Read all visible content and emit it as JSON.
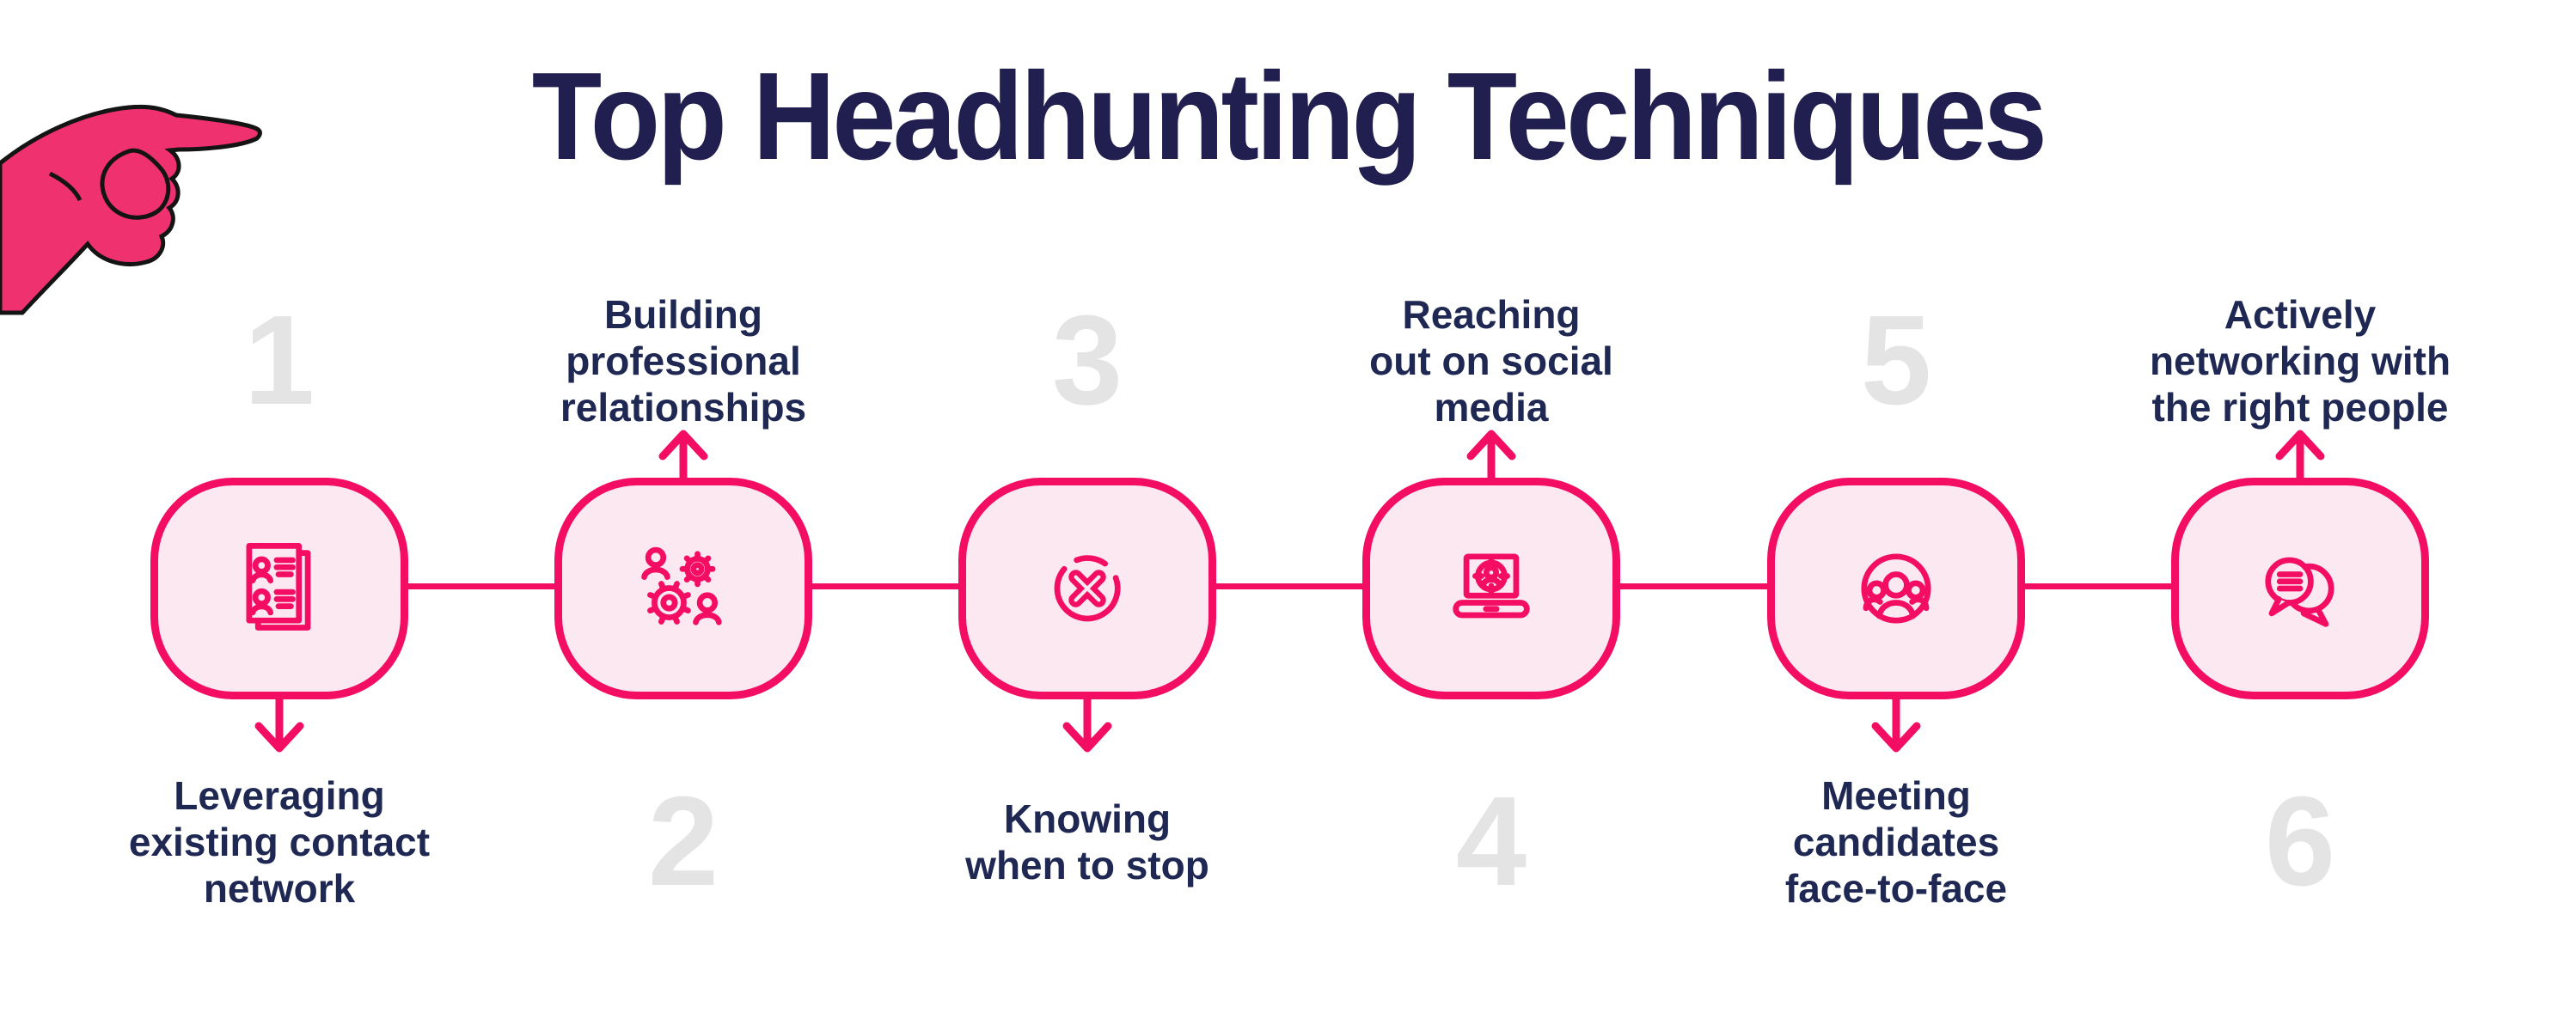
{
  "title": "Top Headhunting Techniques",
  "colors": {
    "accent_pink": "#F30D63",
    "box_fill": "#FCE8F1",
    "hand_pink": "#EF3170",
    "title_navy": "#211E50",
    "label_navy": "#1E2853",
    "number_gray": "#E4E4E4",
    "background": "#FFFFFF"
  },
  "steps": [
    {
      "number": "1",
      "label": "Leveraging existing contact network",
      "label_lines": [
        "Leveraging",
        "existing contact",
        "network"
      ],
      "icon": "contact-list-icon",
      "label_position": "below"
    },
    {
      "number": "2",
      "label": "Building professional relationships",
      "label_lines": [
        "Building",
        "professional",
        "relationships"
      ],
      "icon": "gears-people-icon",
      "label_position": "above"
    },
    {
      "number": "3",
      "label": "Knowing when to stop",
      "label_lines": [
        "Knowing",
        "when to stop",
        ""
      ],
      "icon": "x-circle-icon",
      "label_position": "below"
    },
    {
      "number": "4",
      "label": "Reaching out on social media",
      "label_lines": [
        "Reaching",
        "out on social",
        "media"
      ],
      "icon": "laptop-target-icon",
      "label_position": "above"
    },
    {
      "number": "5",
      "label": "Meeting candidates face-to-face",
      "label_lines": [
        "Meeting",
        "candidates",
        "face-to-face"
      ],
      "icon": "people-group-icon",
      "label_position": "below"
    },
    {
      "number": "6",
      "label": "Actively networking with the right people",
      "label_lines": [
        "Actively",
        "networking with",
        "the right people"
      ],
      "icon": "chat-bubbles-icon",
      "label_position": "above"
    }
  ]
}
